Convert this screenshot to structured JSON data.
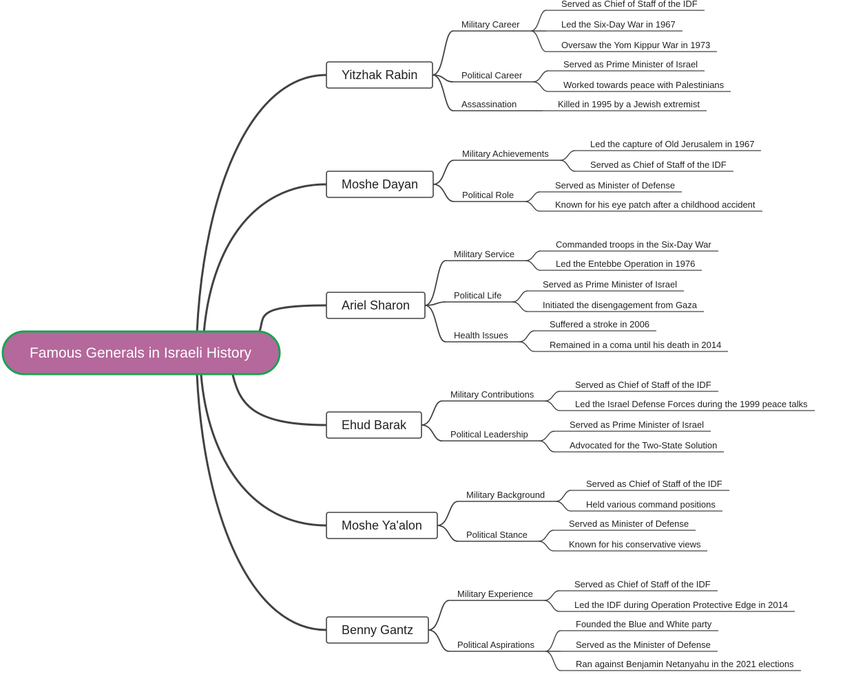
{
  "root": {
    "title": "Famous Generals in Israeli History",
    "fill_color": "#b5689b",
    "border_color": "#1aa352"
  },
  "line_color": "#424242",
  "generals": [
    {
      "name": "Yitzhak Rabin",
      "categories": [
        {
          "label": "Military Career",
          "facts": [
            "Served as Chief of Staff of the IDF",
            "Led the Six-Day War in 1967",
            "Oversaw the Yom Kippur War in 1973"
          ]
        },
        {
          "label": "Political Career",
          "facts": [
            "Served as Prime Minister of Israel",
            "Worked towards peace with Palestinians"
          ]
        },
        {
          "label": "Assassination",
          "facts": [
            "Killed in 1995 by a Jewish extremist"
          ]
        }
      ]
    },
    {
      "name": "Moshe Dayan",
      "categories": [
        {
          "label": "Military Achievements",
          "facts": [
            "Led the capture of Old Jerusalem in 1967",
            "Served as Chief of Staff of the IDF"
          ]
        },
        {
          "label": "Political Role",
          "facts": [
            "Served as Minister of Defense",
            "Known for his eye patch after a childhood accident"
          ]
        }
      ]
    },
    {
      "name": "Ariel Sharon",
      "categories": [
        {
          "label": "Military Service",
          "facts": [
            "Commanded troops in the Six-Day War",
            "Led the Entebbe Operation in 1976"
          ]
        },
        {
          "label": "Political Life",
          "facts": [
            "Served as Prime Minister of Israel",
            "Initiated the disengagement from Gaza"
          ]
        },
        {
          "label": "Health Issues",
          "facts": [
            "Suffered a stroke in 2006",
            "Remained in a coma until his death in 2014"
          ]
        }
      ]
    },
    {
      "name": "Ehud Barak",
      "categories": [
        {
          "label": "Military Contributions",
          "facts": [
            "Served as Chief of Staff of the IDF",
            "Led the Israel Defense Forces during the 1999 peace talks"
          ]
        },
        {
          "label": "Political Leadership",
          "facts": [
            "Served as Prime Minister of Israel",
            "Advocated for the Two-State Solution"
          ]
        }
      ]
    },
    {
      "name": "Moshe Ya'alon",
      "categories": [
        {
          "label": "Military Background",
          "facts": [
            "Served as Chief of Staff of the IDF",
            "Held various command positions"
          ]
        },
        {
          "label": "Political Stance",
          "facts": [
            "Served as Minister of Defense",
            "Known for his conservative views"
          ]
        }
      ]
    },
    {
      "name": "Benny Gantz",
      "categories": [
        {
          "label": "Military Experience",
          "facts": [
            "Served as Chief of Staff of the IDF",
            "Led the IDF during Operation Protective Edge in 2014"
          ]
        },
        {
          "label": "Political Aspirations",
          "facts": [
            "Founded the Blue and White party",
            "Served as the Minister of Defense",
            "Ran against Benjamin Netanyahu in the 2021 elections"
          ]
        }
      ]
    }
  ]
}
